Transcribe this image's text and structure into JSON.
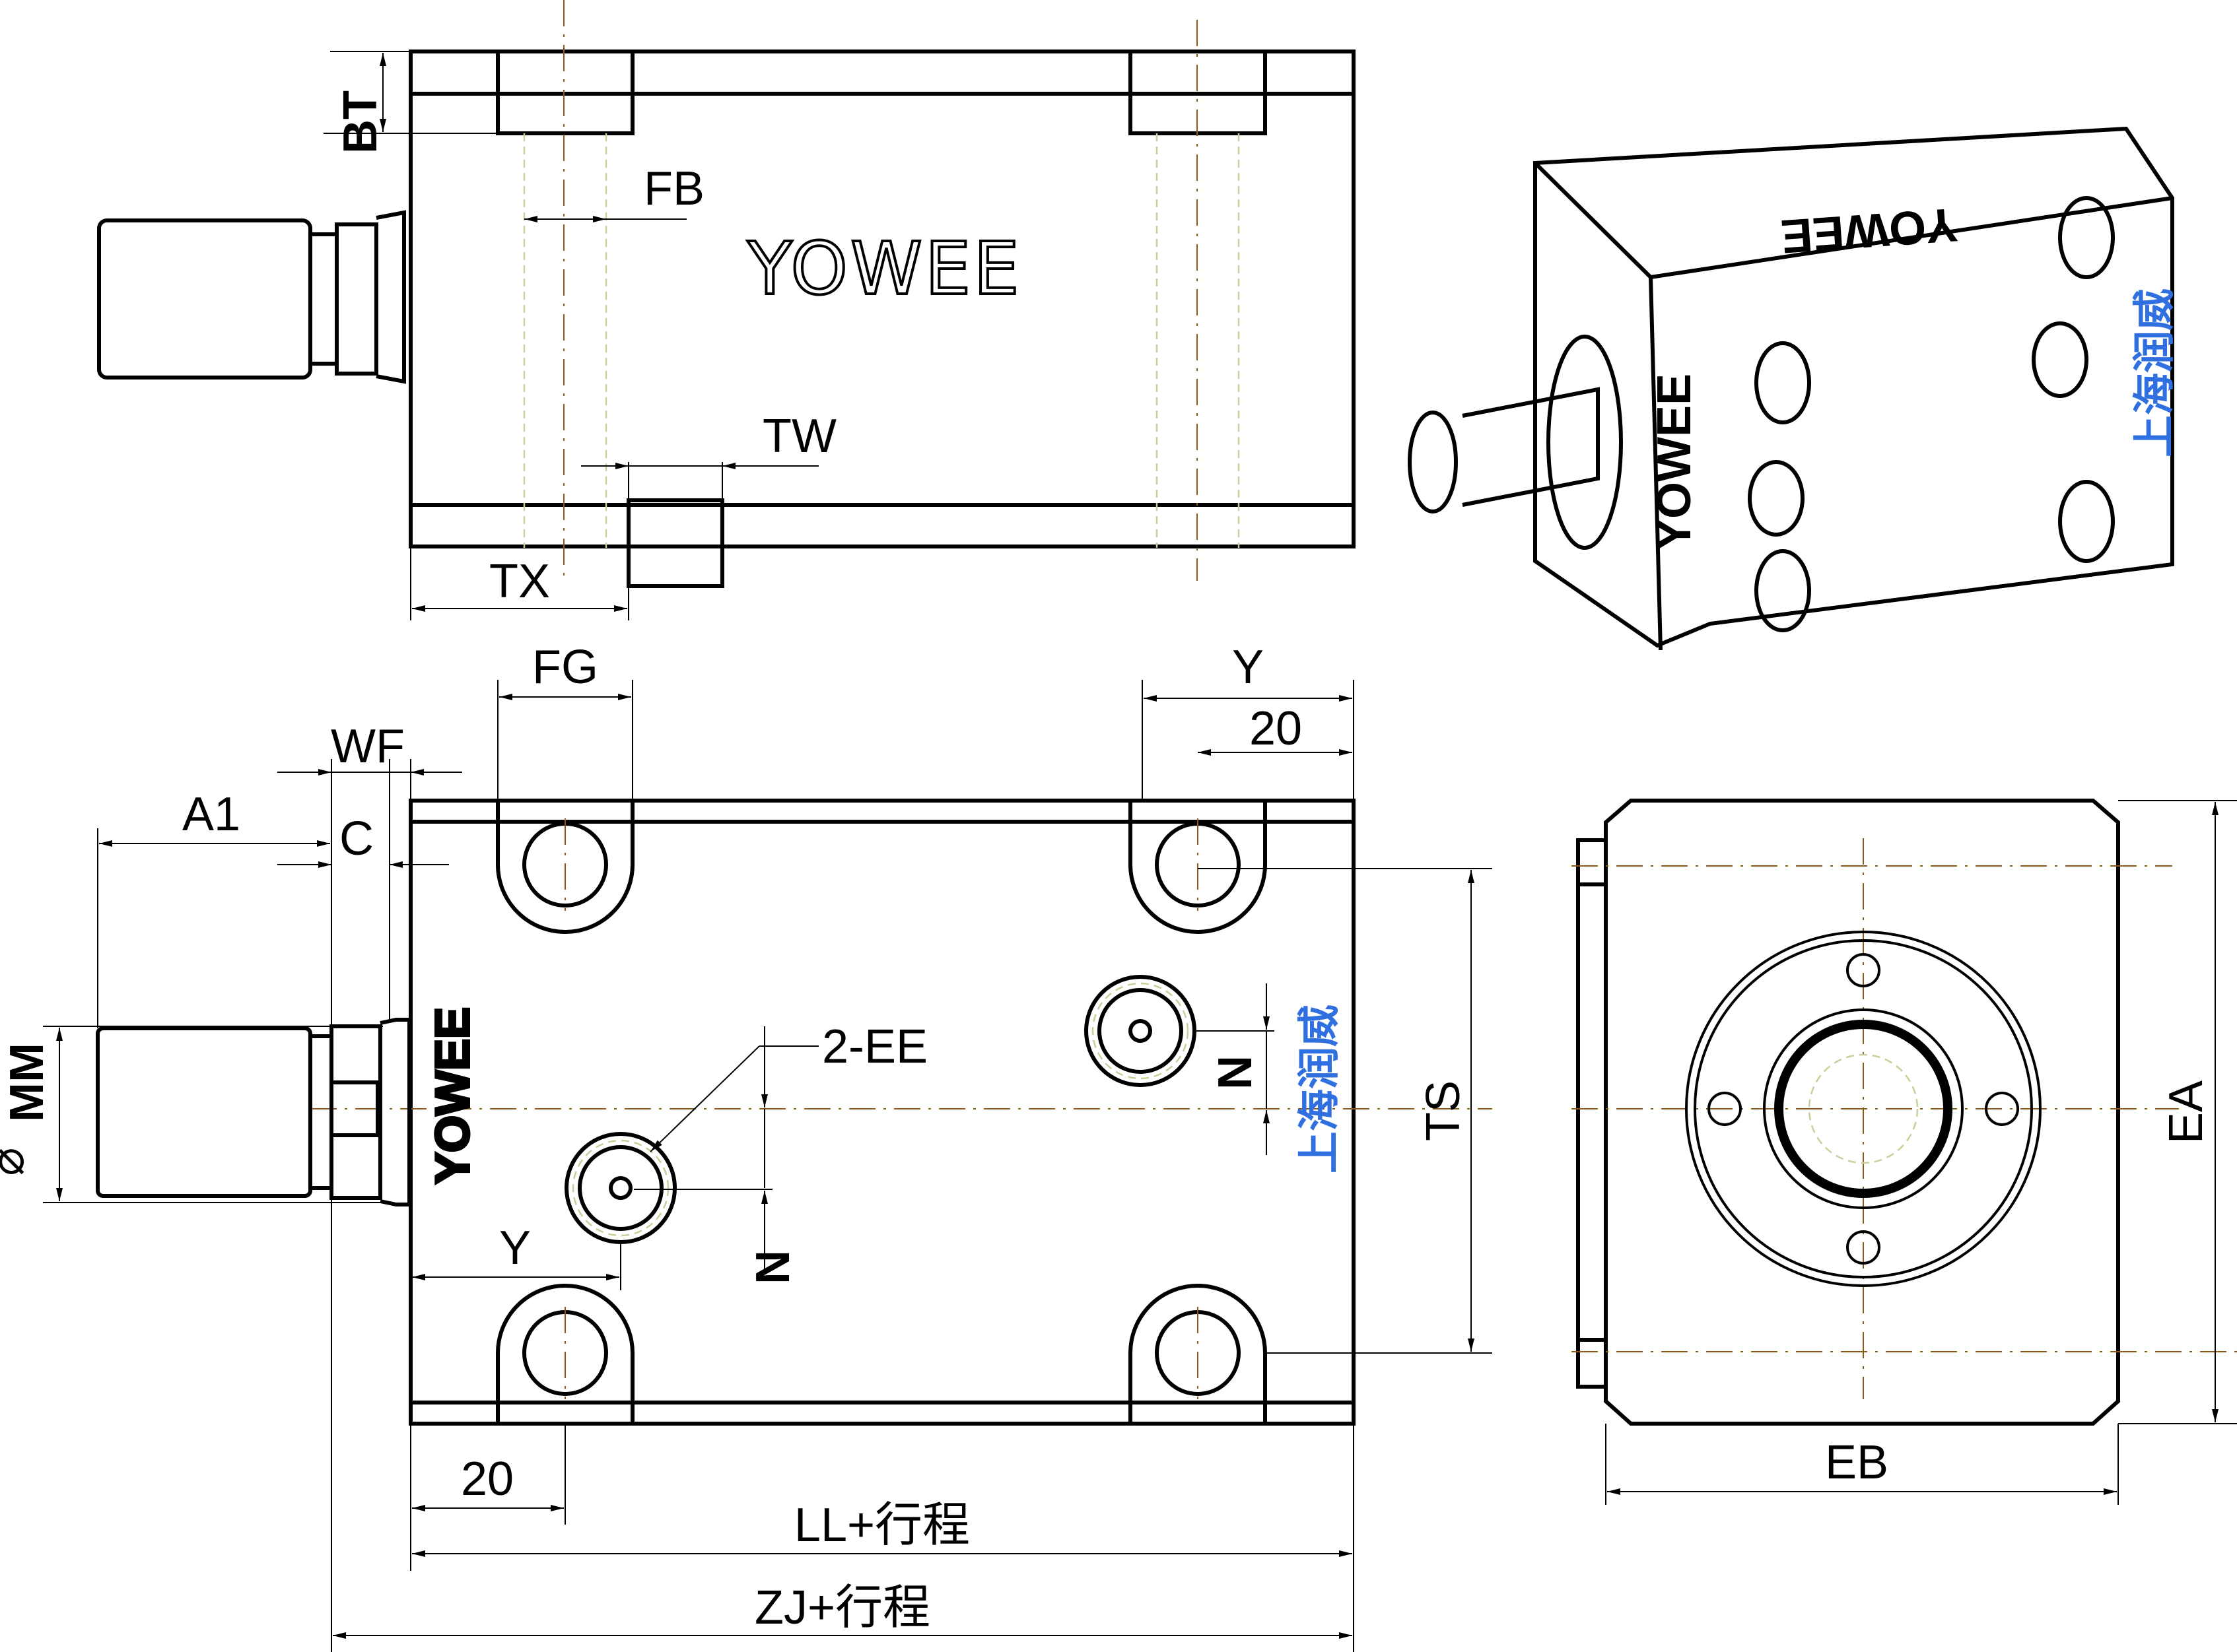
{
  "drawing": {
    "brand": "YOWEE",
    "brand_cn": "上海润威",
    "colors": {
      "line": "#000000",
      "centerline": "#8a5a1c",
      "hidden": "#c9cf9a",
      "brand_cn": "#2f6fe0"
    },
    "top_view": {
      "labels": {
        "bt": "BT",
        "fb": "FB",
        "tw": "TW",
        "tx": "TX"
      }
    },
    "side_view": {
      "labels": {
        "fg": "FG",
        "y_top": "Y",
        "twenty_top": "20",
        "wf": "WF",
        "a1": "A1",
        "c": "C",
        "mm": "MM",
        "diameter_symbol": "⌀",
        "ee": "2-EE",
        "n_right": "N",
        "n_left": "N",
        "ts": "TS",
        "y_left": "Y",
        "twenty_bottom": "20",
        "ll": "LL+行程",
        "zj": "ZJ+行程"
      }
    },
    "end_view": {
      "labels": {
        "ea": "EA",
        "eb": "EB"
      }
    }
  }
}
